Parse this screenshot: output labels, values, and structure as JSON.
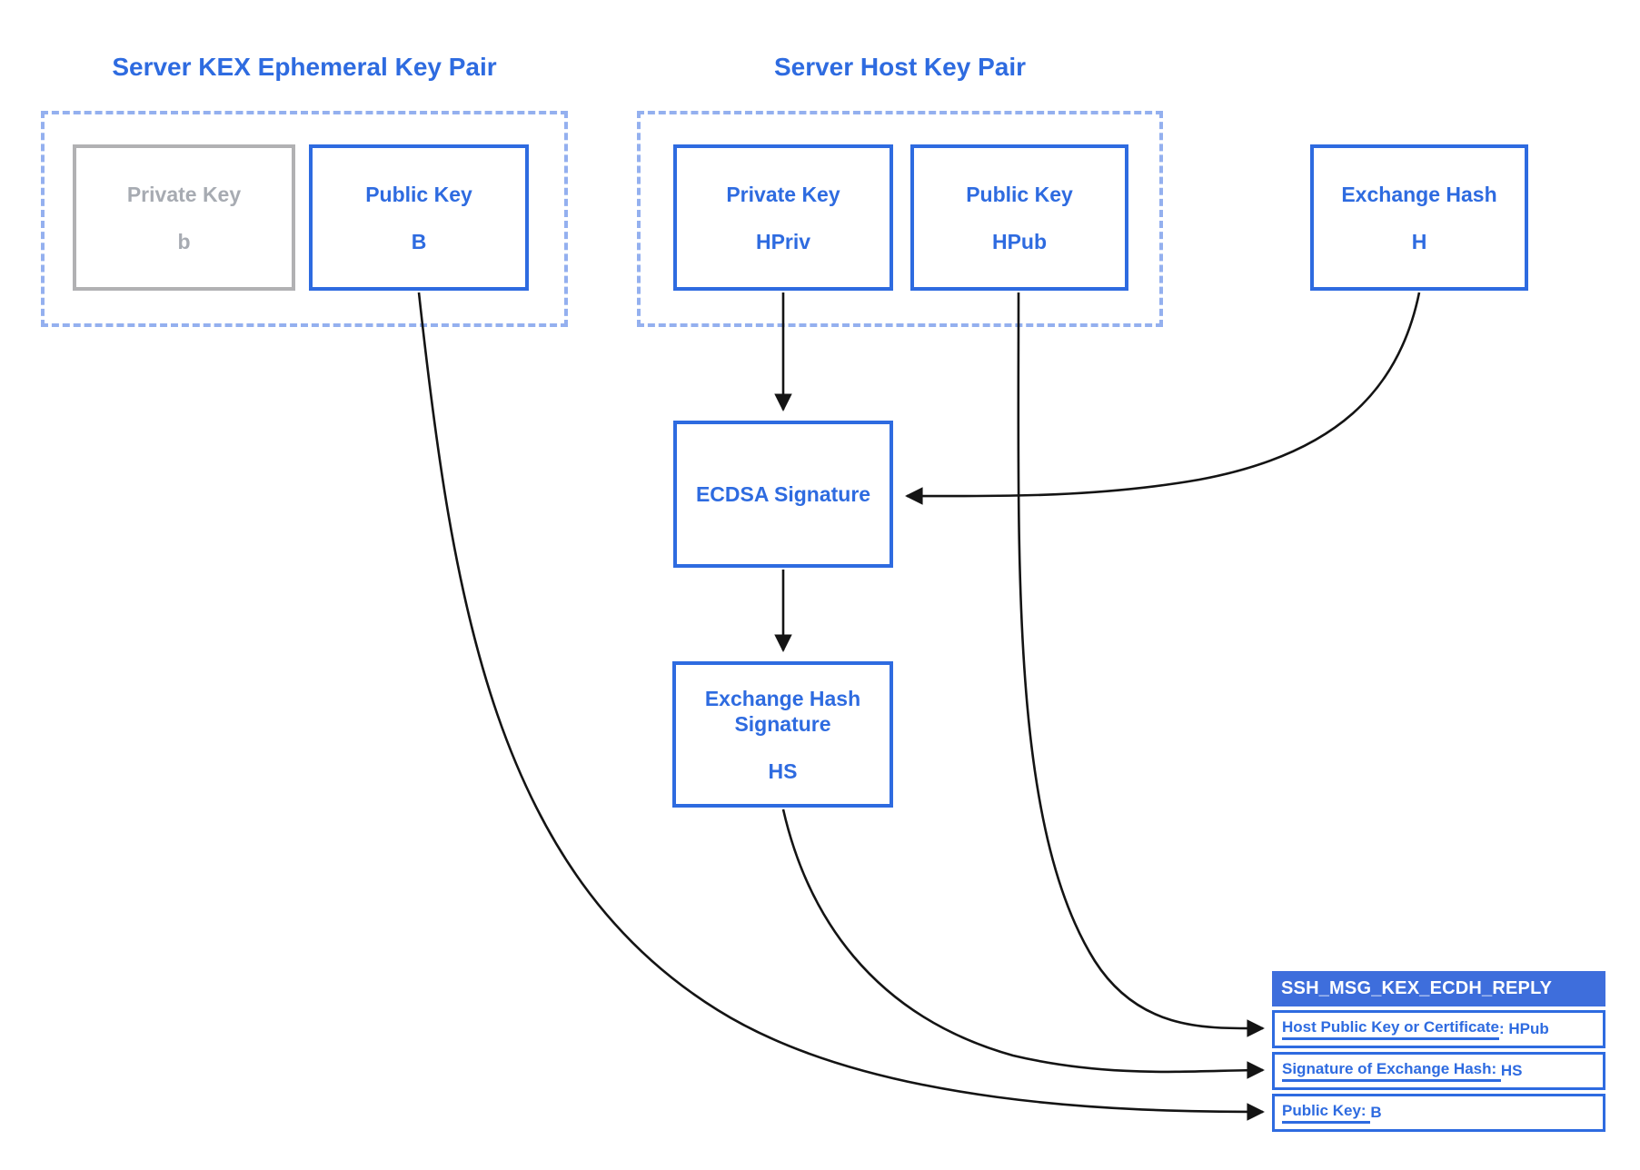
{
  "diagram_title_implied": "SSH server key exchange reply construction",
  "colors": {
    "accent_blue": "#2e6be0",
    "dashed_border_blue": "#94b0ef",
    "gray_border": "#b1b1b3",
    "gray_text": "#a7abb2",
    "reply_header_bg": "#3e6edc",
    "reply_header_text": "#ffffff",
    "arrow_black": "#141414"
  },
  "groups": [
    {
      "title": "Server KEX Ephemeral Key Pair",
      "boxes": [
        {
          "label": "Private Key",
          "sublabel": "b",
          "variant": "gray"
        },
        {
          "label": "Public Key",
          "sublabel": "B",
          "variant": "blue"
        }
      ]
    },
    {
      "title": "Server Host Key Pair",
      "boxes": [
        {
          "label": "Private Key",
          "sublabel": "HPriv",
          "variant": "blue"
        },
        {
          "label": "Public Key",
          "sublabel": "HPub",
          "variant": "blue"
        }
      ]
    }
  ],
  "nodes": {
    "exchange_hash": {
      "label": "Exchange Hash",
      "sublabel": "H"
    },
    "ecdsa_signature": {
      "label": "ECDSA Signature"
    },
    "exchange_hash_signature": {
      "label": "Exchange Hash Signature",
      "sublabel": "HS"
    }
  },
  "reply": {
    "header": "SSH_MSG_KEX_ECDH_REPLY",
    "rows": [
      {
        "label": "Host Public Key or Certificate",
        "sep": ": ",
        "value": "HPub"
      },
      {
        "label": "Signature of Exchange Hash: ",
        "sep": "",
        "value": "HS"
      },
      {
        "label": "Public Key: ",
        "sep": "",
        "value": "B"
      }
    ]
  },
  "connections": [
    {
      "from": "host-private-key",
      "to": "ecdsa-signature"
    },
    {
      "from": "exchange-hash",
      "to": "ecdsa-signature"
    },
    {
      "from": "ecdsa-signature",
      "to": "exchange-hash-signature"
    },
    {
      "from": "host-public-key",
      "to": "reply-row-host-public-key"
    },
    {
      "from": "exchange-hash-signature",
      "to": "reply-row-signature"
    },
    {
      "from": "kex-public-key",
      "to": "reply-row-public-key"
    }
  ]
}
